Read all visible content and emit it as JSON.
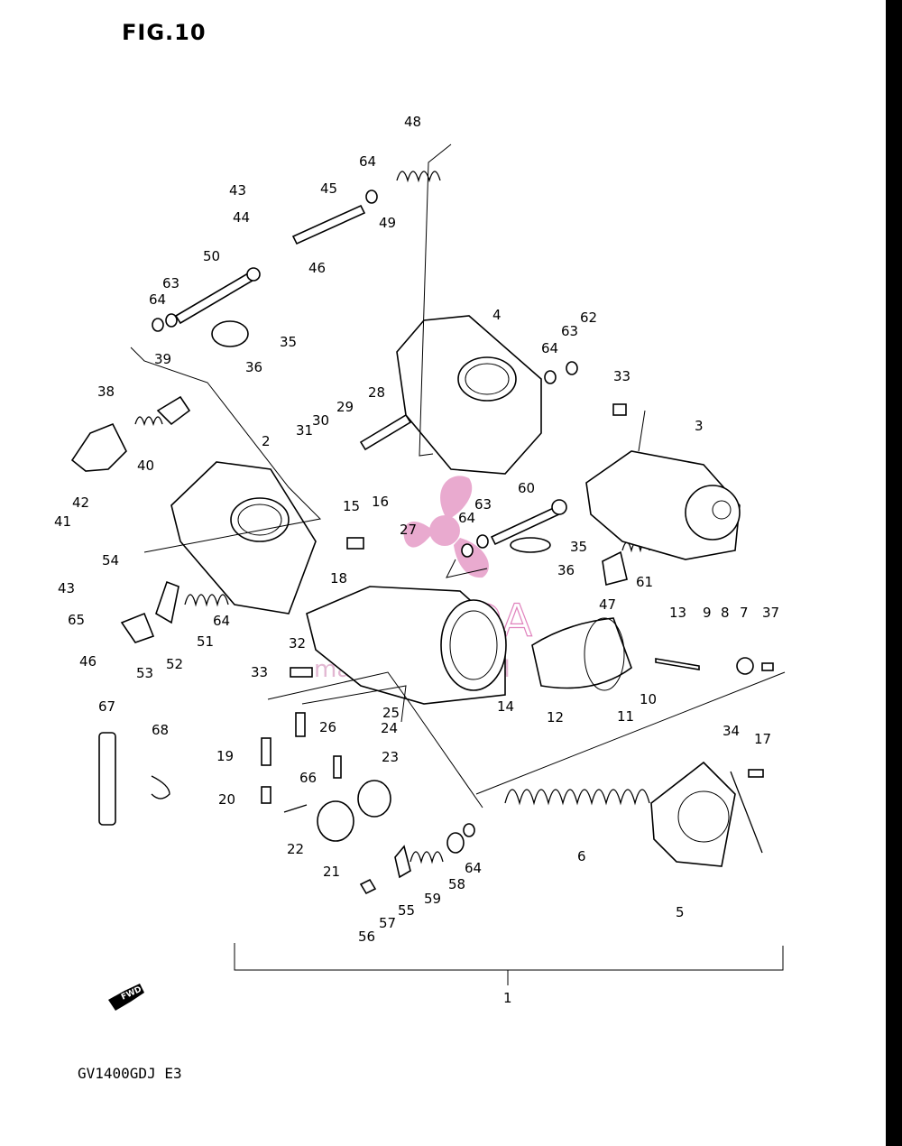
{
  "figure": {
    "title": "FIG.10",
    "model_code": "GV1400GDJ E3"
  },
  "watermark": {
    "brand": "ARMADA",
    "tagline": "marine outboard",
    "color": "#d65aa8"
  },
  "fwd_label": "FWD",
  "callouts": [
    "48",
    "64",
    "43",
    "45",
    "44",
    "49",
    "46",
    "50",
    "63",
    "64",
    "35",
    "36",
    "39",
    "38",
    "40",
    "42",
    "41",
    "2",
    "31",
    "30",
    "29",
    "28",
    "4",
    "64",
    "63",
    "62",
    "33",
    "3",
    "15",
    "16",
    "27",
    "64",
    "63",
    "60",
    "35",
    "36",
    "61",
    "47",
    "54",
    "43",
    "65",
    "46",
    "53",
    "52",
    "51",
    "64",
    "33",
    "18",
    "32",
    "14",
    "13",
    "9",
    "8",
    "7",
    "37",
    "12",
    "11",
    "10",
    "25",
    "26",
    "24",
    "23",
    "66",
    "19",
    "67",
    "68",
    "20",
    "22",
    "21",
    "34",
    "17",
    "6",
    "5",
    "55",
    "56",
    "57",
    "59",
    "58",
    "64",
    "1"
  ]
}
